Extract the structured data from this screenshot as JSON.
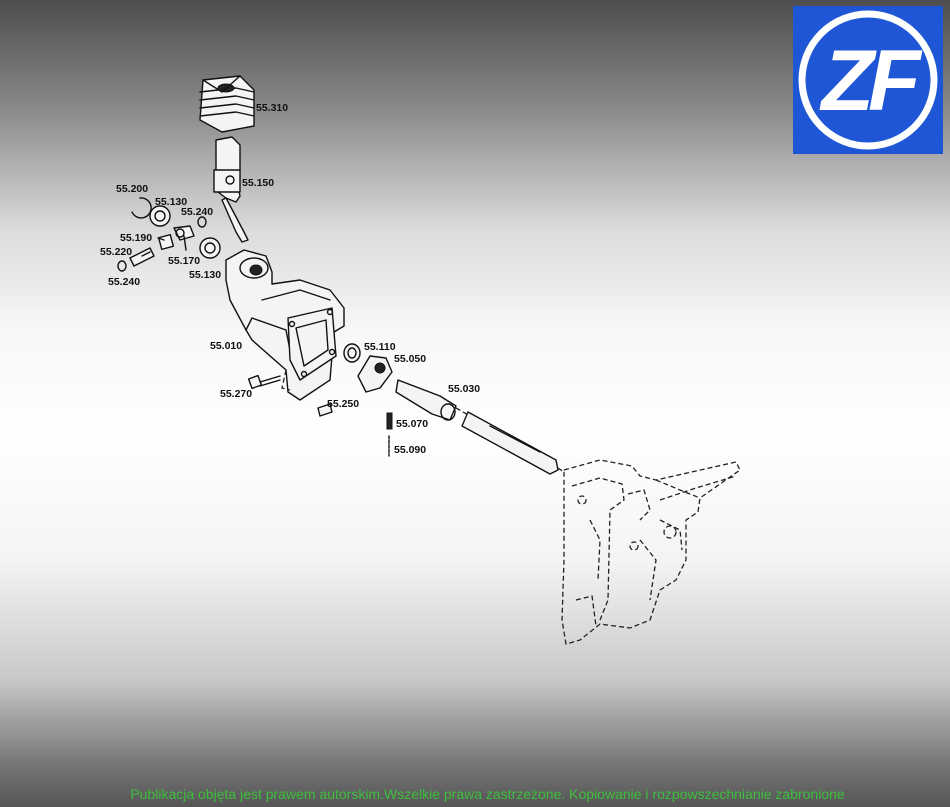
{
  "logo": {
    "text": "ZF",
    "background": "#1e56d6",
    "foreground": "#ffffff"
  },
  "parts": [
    {
      "id": "55.310"
    },
    {
      "id": "55.150"
    },
    {
      "id": "55.200"
    },
    {
      "id": "55.130"
    },
    {
      "id": "55.240"
    },
    {
      "id": "55.190"
    },
    {
      "id": "55.220"
    },
    {
      "id": "55.170"
    },
    {
      "id": "55.240"
    },
    {
      "id": "55.130"
    },
    {
      "id": "55.010"
    },
    {
      "id": "55.110"
    },
    {
      "id": "55.050"
    },
    {
      "id": "55.030"
    },
    {
      "id": "55.270"
    },
    {
      "id": "55.250"
    },
    {
      "id": "55.070"
    },
    {
      "id": "55.090"
    }
  ],
  "footer": {
    "copyright": "Publikacja objęta jest prawem autorskim.Wszelkie prawa zastrzeżone. Kopiowanie i rozpowszechnianie zabronione",
    "color": "#3cbf3c"
  }
}
